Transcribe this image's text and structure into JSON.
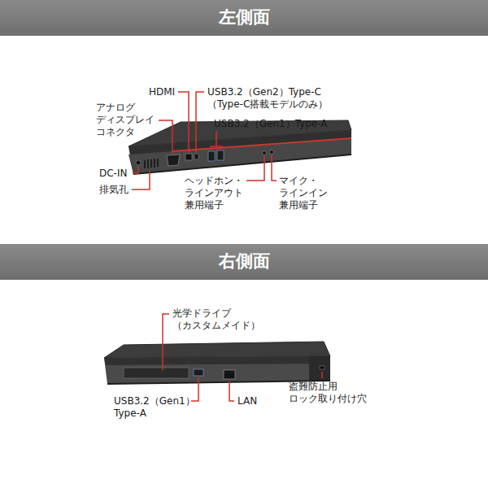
{
  "diagram": {
    "nodes": [
      {
        "text": [
          "左側面"
        ]
      },
      {
        "text": [
          "右側面"
        ]
      }
    ],
    "labels": [
      "HDMI",
      "USB3.2（Gen2）Type-C （Type-C搭載モデルのみ）",
      "アナログ ディスプレイ コネクタ",
      "USB3.2（Gen1）Type-A",
      "DC-IN",
      "排気孔",
      "ヘッドホン・ ラインアウト 兼用端子",
      "マイク・ ラインイン 兼用端子",
      "光学ドライブ （カスタムメイド）",
      "USB3.2（Gen1） Type-A",
      "LAN",
      "盗難防止用 ロック取り付け穴"
    ]
  }
}
